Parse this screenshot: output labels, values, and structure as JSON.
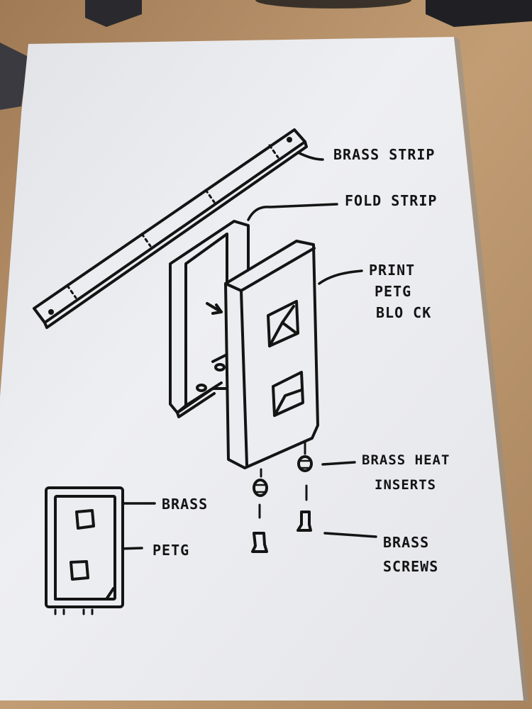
{
  "colors": {
    "desk": "#b8926a",
    "desk_dark": "#8c6a48",
    "paper": "#ecedf0",
    "paper_shade": "#d9dadf",
    "ink": "#141414"
  },
  "labels": {
    "brass_strip": "BRASS STRIP",
    "fold_strip": "FOLD STRIP",
    "print_petg_block": [
      "PRINT",
      "PETG",
      "BLO CK"
    ],
    "brass_heat_inserts": [
      "BRASS HEAT",
      "INSERTS"
    ],
    "brass_screws": [
      "BRASS",
      "SCREWS"
    ],
    "legend_brass": "BRASS",
    "legend_petg": "PETG"
  }
}
